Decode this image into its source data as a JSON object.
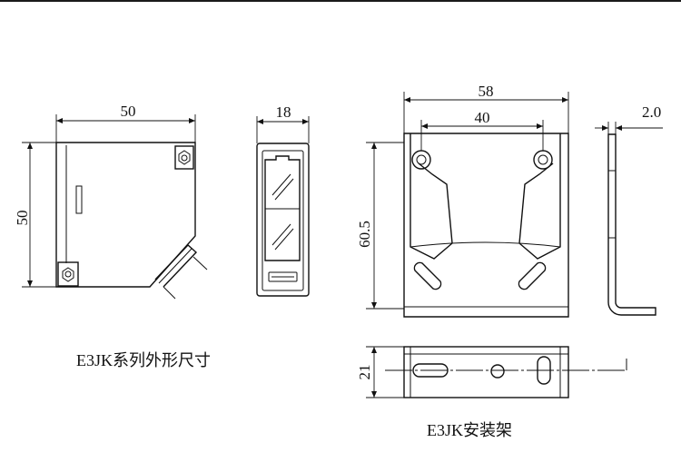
{
  "sensor": {
    "width_dim": "50",
    "height_dim": "50",
    "side_width_dim": "18",
    "caption": "E3JK系列外形尺寸"
  },
  "bracket": {
    "width_dim": "58",
    "hole_spacing_dim": "40",
    "height_dim": "60.5",
    "thickness_dim": "2.0",
    "bottom_height_dim": "21",
    "caption": "E3JK安装架"
  }
}
